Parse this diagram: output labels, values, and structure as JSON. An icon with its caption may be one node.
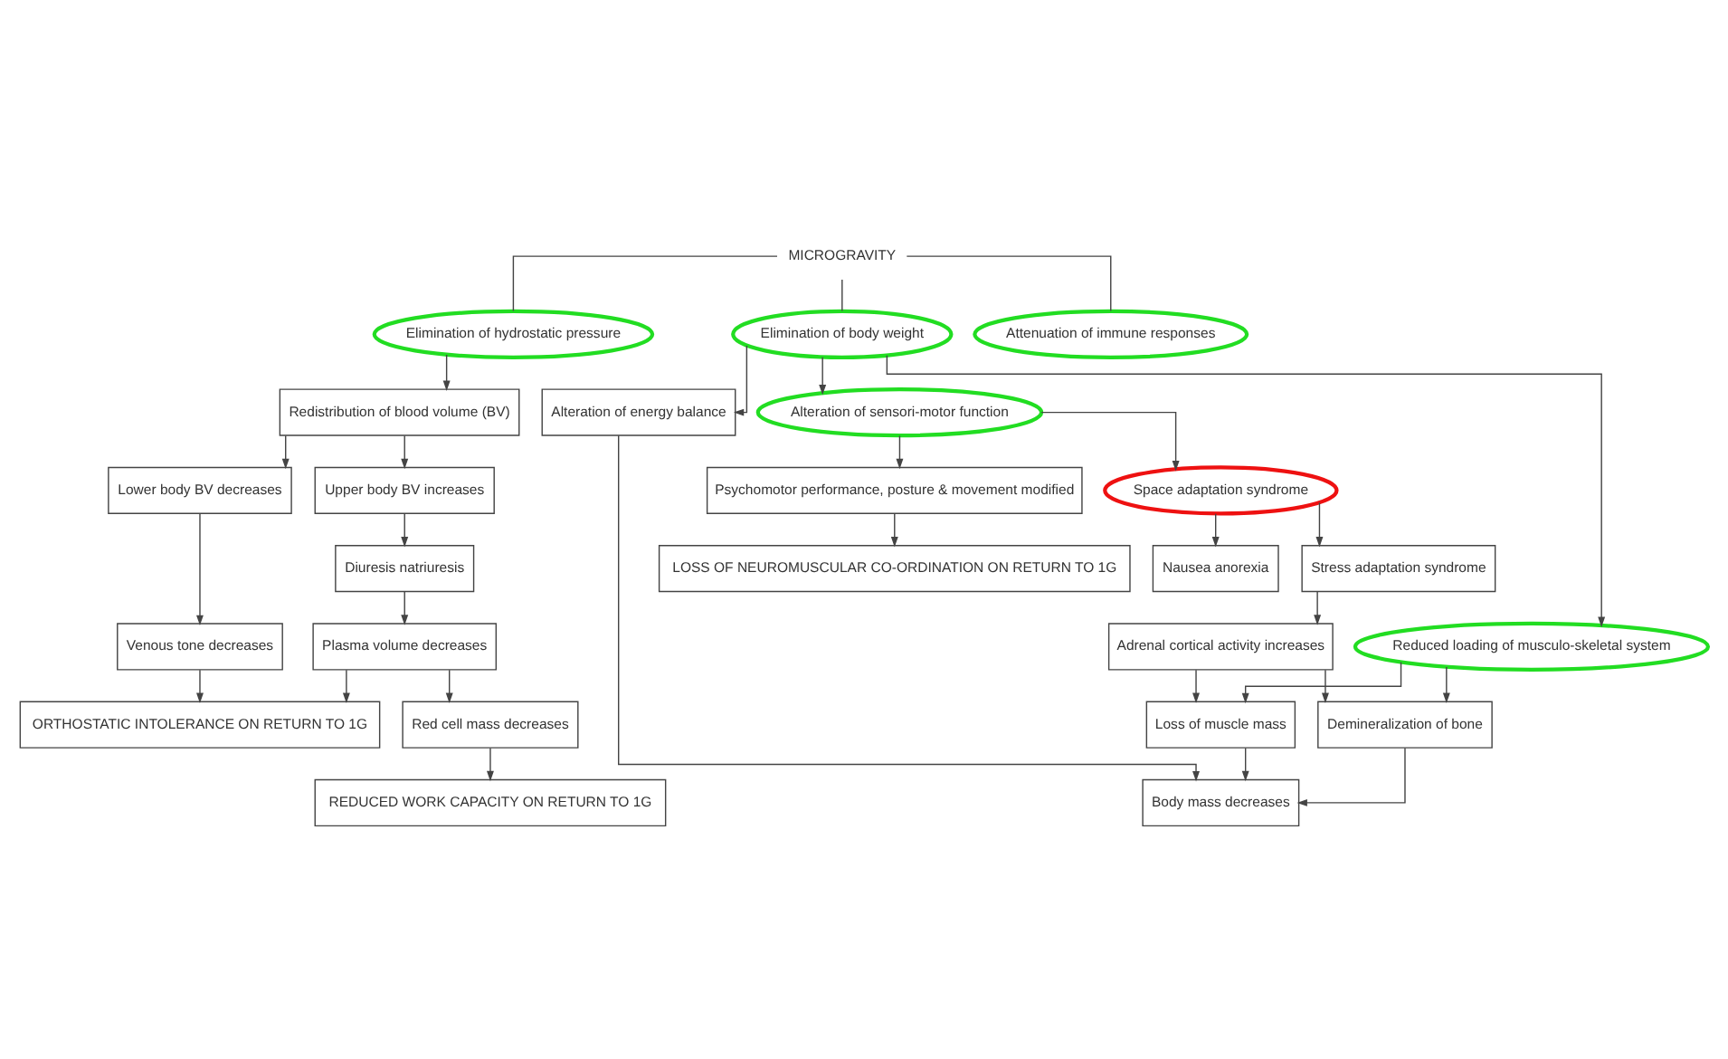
{
  "diagram": {
    "nodes": [
      {
        "text": [
          "MICROGRAVITY"
        ]
      },
      {
        "text": [
          "Elimination of hydrostatic pressure"
        ]
      },
      {
        "text": [
          "Elimination of body weight"
        ]
      },
      {
        "text": [
          "Attenuation of immune responses"
        ]
      },
      {
        "text": [
          "Redistribution of blood volume (BV)"
        ]
      },
      {
        "text": [
          "Alteration of sensori-motor function"
        ]
      },
      {
        "text": [
          "Reduced loading of musculo-skeletal system"
        ]
      },
      {
        "text": [
          "Alteration of energy balance"
        ]
      },
      {
        "text": [
          "Upper body BV increases"
        ]
      },
      {
        "text": [
          "Lower body BV decreases"
        ]
      },
      {
        "text": [
          "Psychomotor performance, posture & movement modified"
        ]
      },
      {
        "text": [
          "Space adaptation syndrome"
        ]
      },
      {
        "text": [
          "Loss of muscle mass"
        ]
      },
      {
        "text": [
          "Demineralization of bone"
        ]
      },
      {
        "text": [
          "Diuresis natriuresis"
        ]
      },
      {
        "text": [
          "Venous tone decreases"
        ]
      },
      {
        "text": [
          "Nausea anorexia"
        ]
      },
      {
        "text": [
          "Stress adaptation syndrome"
        ]
      },
      {
        "text": [
          "Body mass decreases"
        ]
      },
      {
        "text": [
          "Plasma volume decreases"
        ]
      },
      {
        "text": [
          "ORTHOSTATIC INTOLERANCE ON RETURN TO 1G"
        ]
      },
      {
        "text": [
          "Adrenal cortical activity increases"
        ]
      },
      {
        "text": [
          "Red cell mass decreases"
        ]
      },
      {
        "text": [
          "REDUCED WORK CAPACITY ON RETURN TO 1G"
        ]
      },
      {
        "text": [
          "LOSS OF NEUROMUSCULAR CO-ORDINATION ON RETURN TO 1G"
        ]
      }
    ],
    "edges": [
      {
        "from": 0,
        "to": 1,
        "arrow": "none"
      },
      {
        "from": 0,
        "to": 2,
        "arrow": "none"
      },
      {
        "from": 0,
        "to": 3,
        "arrow": "none"
      },
      {
        "from": 1,
        "to": 4,
        "arrow": "to"
      },
      {
        "from": 2,
        "to": 5,
        "arrow": "to"
      },
      {
        "from": 2,
        "to": 6,
        "arrow": "to"
      },
      {
        "from": 2,
        "to": 7,
        "arrow": "to"
      },
      {
        "from": 4,
        "to": 8,
        "arrow": "to"
      },
      {
        "from": 4,
        "to": 9,
        "arrow": "to"
      },
      {
        "from": 5,
        "to": 10,
        "arrow": "to"
      },
      {
        "from": 5,
        "to": 11,
        "arrow": "to"
      },
      {
        "from": 6,
        "to": 12,
        "arrow": "to"
      },
      {
        "from": 6,
        "to": 13,
        "arrow": "to"
      },
      {
        "from": 8,
        "to": 14,
        "arrow": "to"
      },
      {
        "from": 9,
        "to": 15,
        "arrow": "to"
      },
      {
        "from": 11,
        "to": 16,
        "arrow": "to"
      },
      {
        "from": 11,
        "to": 17,
        "arrow": "to"
      },
      {
        "from": 12,
        "to": 18,
        "arrow": "to"
      },
      {
        "from": 13,
        "to": 18,
        "arrow": "to"
      },
      {
        "from": 7,
        "to": 18,
        "arrow": "to"
      },
      {
        "from": 14,
        "to": 19,
        "arrow": "to"
      },
      {
        "from": 15,
        "to": 20,
        "arrow": "to"
      },
      {
        "from": 19,
        "to": 20,
        "arrow": "to"
      },
      {
        "from": 17,
        "to": 21,
        "arrow": "to"
      },
      {
        "from": 21,
        "to": 12,
        "arrow": "to"
      },
      {
        "from": 21,
        "to": 13,
        "arrow": "to"
      },
      {
        "from": 19,
        "to": 22,
        "arrow": "to"
      },
      {
        "from": 22,
        "to": 23,
        "arrow": "to"
      },
      {
        "from": 10,
        "to": 24,
        "arrow": "to"
      }
    ]
  }
}
